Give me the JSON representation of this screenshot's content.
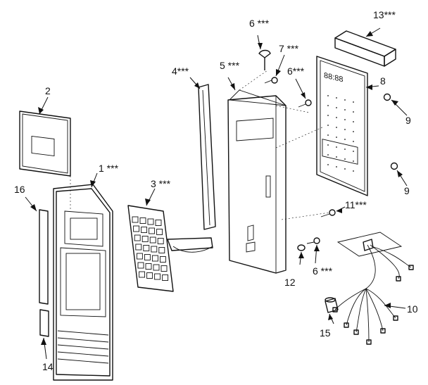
{
  "labels": [
    {
      "id": "1",
      "text": "1 ***"
    },
    {
      "id": "2",
      "text": "2"
    },
    {
      "id": "3",
      "text": "3 ***"
    },
    {
      "id": "4",
      "text": "4***"
    },
    {
      "id": "5",
      "text": "5 ***"
    },
    {
      "id": "6a",
      "text": "6 ***"
    },
    {
      "id": "6b",
      "text": "6***"
    },
    {
      "id": "6c",
      "text": "6 ***"
    },
    {
      "id": "7",
      "text": "7 ***"
    },
    {
      "id": "8",
      "text": "8"
    },
    {
      "id": "9a",
      "text": "9"
    },
    {
      "id": "9b",
      "text": "9"
    },
    {
      "id": "10",
      "text": "10"
    },
    {
      "id": "11",
      "text": "11***"
    },
    {
      "id": "12",
      "text": "12"
    },
    {
      "id": "13",
      "text": "13***"
    },
    {
      "id": "14",
      "text": "14"
    },
    {
      "id": "15",
      "text": "15"
    },
    {
      "id": "16",
      "text": "16"
    }
  ],
  "display_text": "88:88"
}
